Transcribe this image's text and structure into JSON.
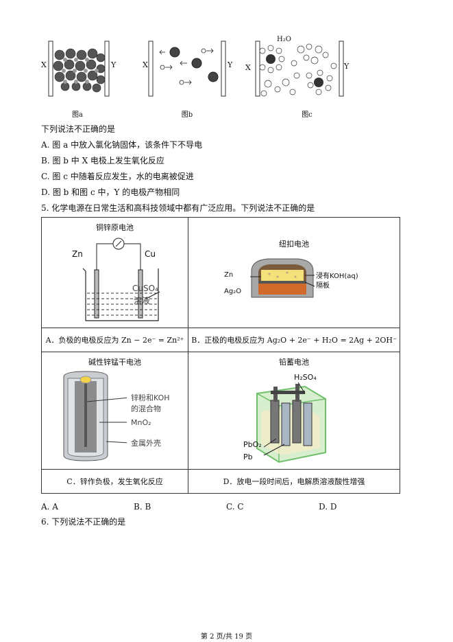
{
  "figures_top": {
    "a": {
      "caption": "图a",
      "left_label": "X",
      "right_label": "Y"
    },
    "b": {
      "caption": "图b",
      "left_label": "X",
      "right_label": "Y"
    },
    "c": {
      "caption": "图c",
      "left_label": "X",
      "right_label": "Y",
      "water_label": "H₂O"
    }
  },
  "q4": {
    "stem": "下列说法不正确的是",
    "options": [
      "A. 图 a 中放入氯化钠固体，该条件下不导电",
      "B. 图 b 中 X 电极上发生氧化反应",
      "C. 图 c 中随着反应发生，水的电离被促进",
      "D. 图 b 和图 c 中，Y 的电极产物相同"
    ]
  },
  "q5": {
    "stem": "5. 化学电源在日常生活和高科技领域中都有广泛应用。下列说法不正确的是",
    "cells": {
      "cu_zn": {
        "title": "铜锌原电池",
        "zn": "Zn",
        "cu": "Cu",
        "solution1": "CuSO₄",
        "solution2": "溶液",
        "option": "A．负极的电极反应为 Zn − 2e⁻ = Zn²⁺"
      },
      "button": {
        "title": "纽扣电池",
        "zn": "Zn",
        "koh": "浸有KOH(aq)",
        "sep": "隔板",
        "ag2o": "Ag₂O",
        "option": "B．正极的电极反应为 Ag₂O + 2e⁻ + H₂O = 2Ag + 2OH⁻"
      },
      "alkaline": {
        "title": "碱性锌锰干电池",
        "mix1": "锌粉和KOH",
        "mix2": "的混合物",
        "mno2": "MnO₂",
        "shell": "金属外壳",
        "option": "C．锌作负极，发生氧化反应"
      },
      "lead": {
        "title": "铅蓄电池",
        "h2so4": "H₂SO₄",
        "pbo2": "PbO₂",
        "pb": "Pb",
        "option": "D．放电一段时间后，电解质溶液酸性增强"
      }
    },
    "choices": [
      "A. A",
      "B. B",
      "C. C",
      "D. D"
    ]
  },
  "q6": {
    "stem": "6. 下列说法不正确的是"
  },
  "footer": "第 2 页/共 19 页"
}
